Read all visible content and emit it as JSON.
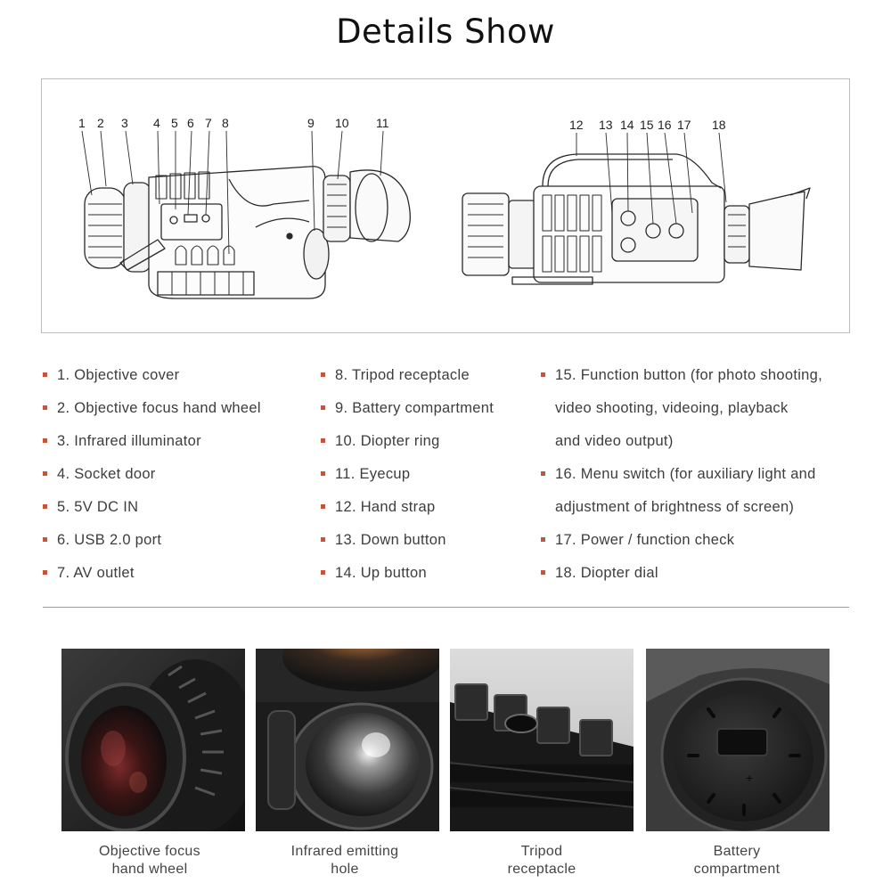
{
  "title": "Details Show",
  "callouts_left": [
    "1",
    "2",
    "3",
    "4",
    "5",
    "6",
    "7",
    "8",
    "9",
    "10",
    "11"
  ],
  "callouts_right": [
    "12",
    "13",
    "14",
    "15",
    "16",
    "17",
    "18"
  ],
  "legend": {
    "col1": [
      "1. Objective cover",
      "2. Objective focus hand wheel",
      "3. Infrared illuminator",
      "4. Socket door",
      "5. 5V DC IN",
      "6. USB 2.0 port",
      "7. AV outlet"
    ],
    "col2": [
      "8.  Tripod receptacle",
      "9.  Battery compartment",
      "10. Diopter ring",
      "11. Eyecup",
      "12. Hand strap",
      "13. Down button",
      "14. Up button"
    ],
    "col3": [
      [
        "15. Function button (for photo shooting,",
        "video shooting, videoing, playback",
        "and video output)"
      ],
      [
        "16. Menu switch (for auxiliary light and",
        "adjustment of brightness of screen)"
      ],
      [
        "17. Power / function check"
      ],
      [
        "18. Diopter dial"
      ]
    ]
  },
  "photos": [
    {
      "line1": "Objective focus",
      "line2": "hand wheel"
    },
    {
      "line1": "Infrared emitting",
      "line2": "hole"
    },
    {
      "line1": "Tripod",
      "line2": "receptacle"
    },
    {
      "line1": "Battery",
      "line2": "compartment"
    }
  ],
  "colors": {
    "bullet": "#c0573c",
    "border": "#bdbdbd",
    "divider": "#9a9a9a"
  }
}
